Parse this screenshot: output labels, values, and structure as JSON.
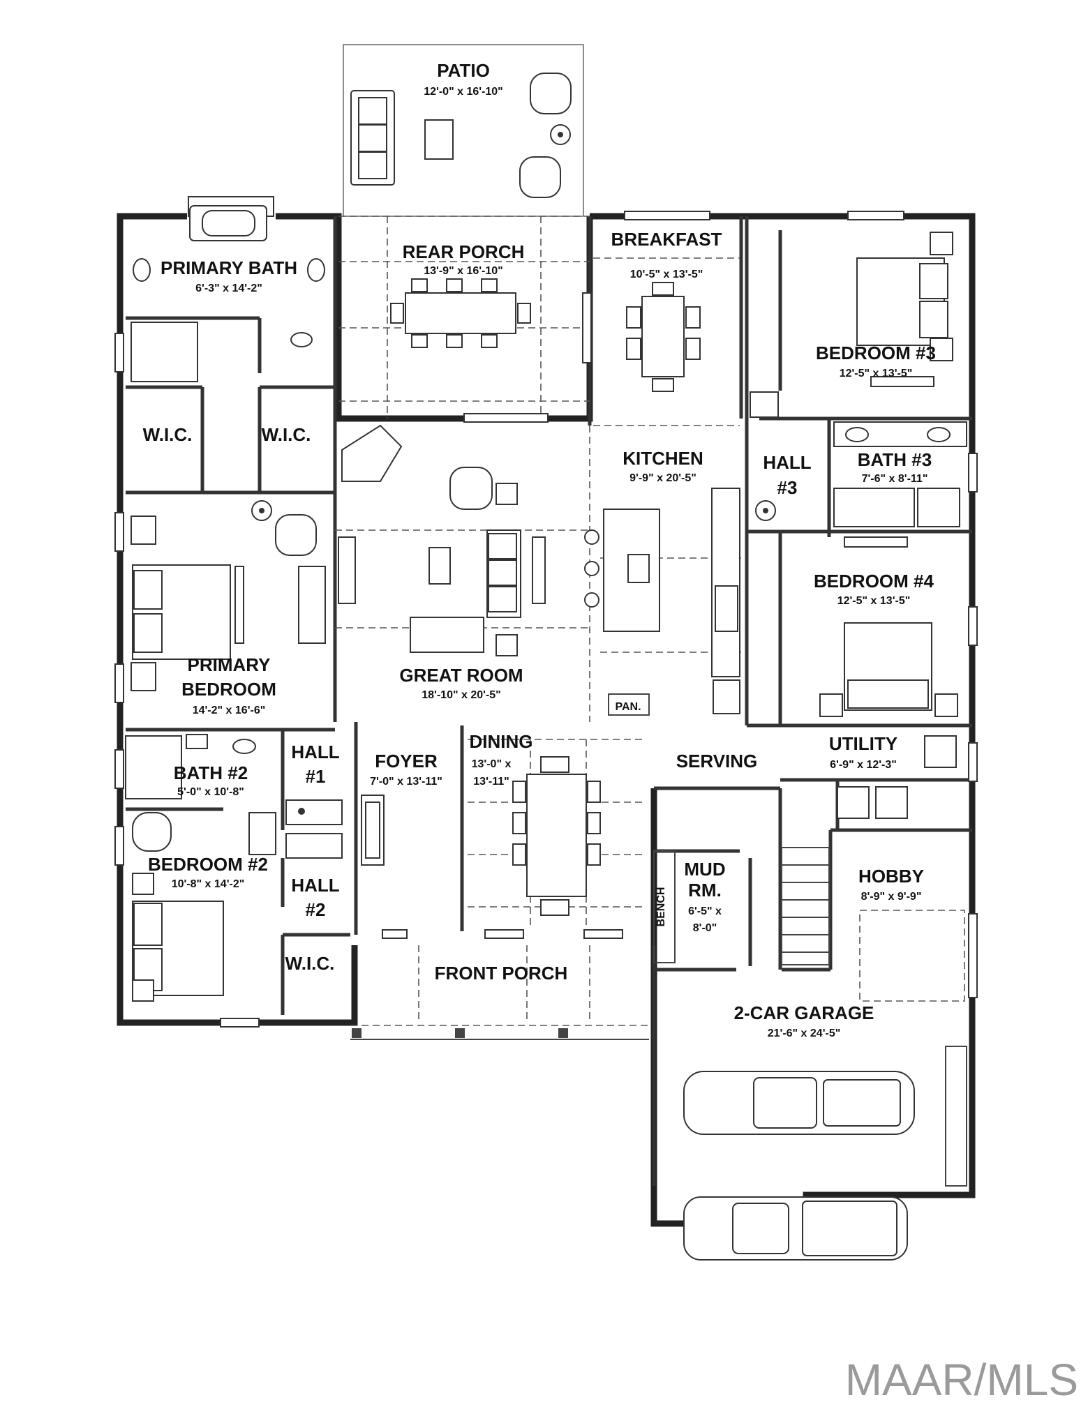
{
  "rooms": {
    "patio": {
      "name": "PATIO",
      "dim": "12'-0\" x 16'-10\""
    },
    "rear_porch": {
      "name": "REAR PORCH",
      "dim": "13'-9\" x 16'-10\""
    },
    "breakfast": {
      "name": "BREAKFAST",
      "dim": "10'-5\" x 13'-5\""
    },
    "primary_bath": {
      "name": "PRIMARY BATH",
      "dim": "6'-3\" x 14'-2\""
    },
    "bedroom3": {
      "name": "BEDROOM #3",
      "dim": "12'-5\" x 13'-5\""
    },
    "wic_left": {
      "name": "W.I.C."
    },
    "wic_right": {
      "name": "W.I.C."
    },
    "kitchen": {
      "name": "KITCHEN",
      "dim": "9'-9\" x 20'-5\""
    },
    "hall3": {
      "name": "HALL",
      "num": "#3"
    },
    "bath3": {
      "name": "BATH #3",
      "dim": "7'-6\" x 8'-11\""
    },
    "bedroom4": {
      "name": "BEDROOM #4",
      "dim": "12'-5\" x 13'-5\""
    },
    "primary_bedroom": {
      "line1": "PRIMARY",
      "line2": "BEDROOM",
      "dim": "14'-2\" x 16'-6\""
    },
    "great_room": {
      "name": "GREAT ROOM",
      "dim": "18'-10\" x 20'-5\""
    },
    "pantry": {
      "name": "PAN."
    },
    "hall1": {
      "name": "HALL",
      "num": "#1"
    },
    "foyer": {
      "name": "FOYER",
      "dim": "7'-0\" x 13'-11\""
    },
    "dining": {
      "name": "DINING",
      "dim1": "13'-0\" x",
      "dim2": "13'-11\""
    },
    "serving": {
      "name": "SERVING"
    },
    "utility": {
      "name": "UTILITY",
      "dim": "6'-9\" x 12'-3\""
    },
    "bath2": {
      "name": "BATH #2",
      "dim": "5'-0\" x 10'-8\""
    },
    "bedroom2": {
      "name": "BEDROOM #2",
      "dim": "10'-8\" x 14'-2\""
    },
    "hall2": {
      "name": "HALL",
      "num": "#2"
    },
    "mud_room": {
      "line1": "MUD",
      "line2": "RM.",
      "dim1": "6'-5\" x",
      "dim2": "8'-0\""
    },
    "bench": {
      "name": "BENCH"
    },
    "hobby": {
      "name": "HOBBY",
      "dim": "8'-9\" x 9'-9\""
    },
    "wic_bed2": {
      "name": "W.I.C."
    },
    "front_porch": {
      "name": "FRONT PORCH"
    },
    "garage": {
      "name": "2-CAR GARAGE",
      "dim": "21'-6\" x 24'-5\""
    }
  },
  "watermark": "MAAR/MLS"
}
